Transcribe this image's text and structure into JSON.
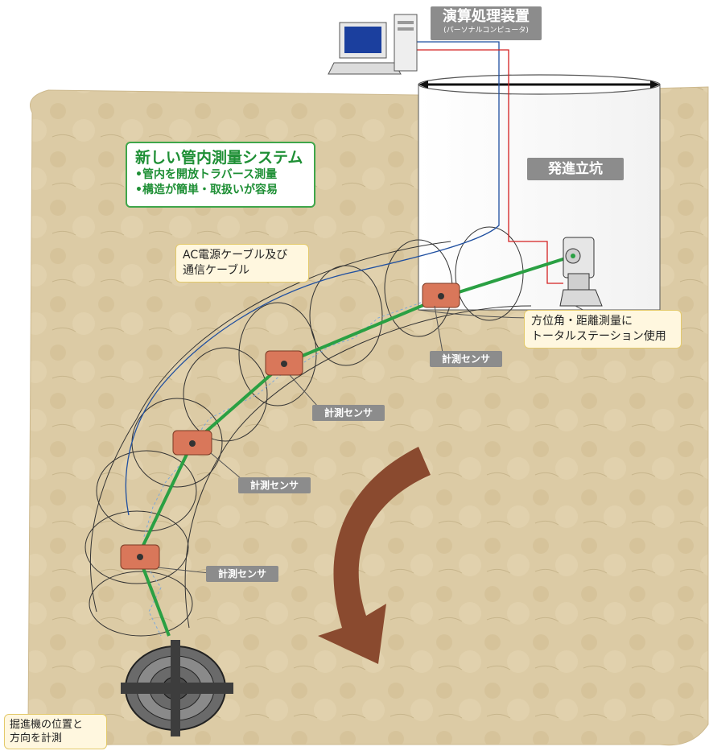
{
  "computer_label": {
    "title": "演算処理装置",
    "subtitle": "(パーソナルコンピュータ)"
  },
  "shaft_label": "発進立坑",
  "system_box": {
    "title": "新しい管内測量システム",
    "items": [
      "•管内を開放トラバース測量",
      "•構造が簡単・取扱いが容易"
    ]
  },
  "cable_note": [
    "AC電源ケーブル及び",
    "通信ケーブル"
  ],
  "total_station_note": [
    "方位角・距離測量に",
    "トータルステーション使用"
  ],
  "sensor_labels": [
    "計測センサ",
    "計測センサ",
    "計測センサ",
    "計測センサ"
  ],
  "machine_note": [
    "掘進機の位置と",
    "方向を計測"
  ],
  "colors": {
    "background": "#d9c9a3",
    "survey_line": "#2aa043",
    "power_cable": "#d42020",
    "comm_cable": "#1f4fa0",
    "sensor": "#d9775a",
    "arrow": "#8a4a2f",
    "system_green": "#1e8f35",
    "tag_grey": "#8c8c8c"
  },
  "icons": [
    "personal-computer-icon",
    "total-station-icon",
    "measurement-sensor-icon",
    "tunnel-boring-machine-icon"
  ]
}
